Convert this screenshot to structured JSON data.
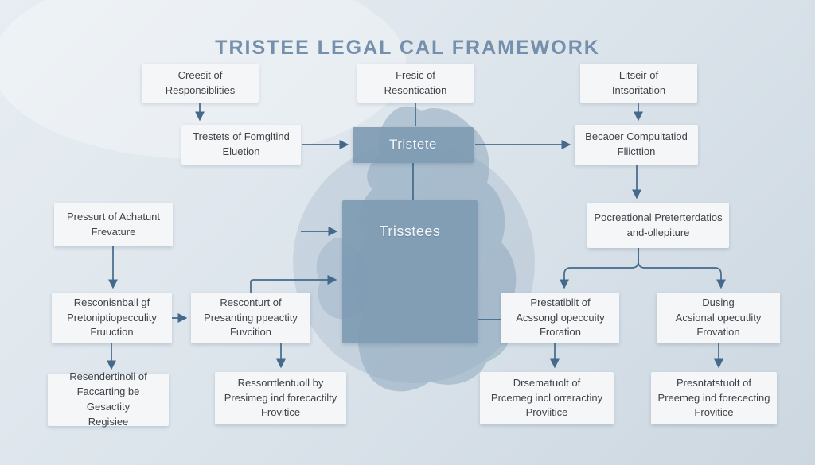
{
  "title": "TRISTEE LEGAL CAL FRAMEWORK",
  "colors": {
    "accent_box": "#7E9BB3",
    "line": "#44698A",
    "title_text": "#7590AC",
    "box_bg": "#F5F6F8",
    "box_text": "#3F444A",
    "background": "#D8E1E9"
  },
  "nodes": {
    "creesit": {
      "label": "Creesit of\nResponsiblities",
      "type": "plain"
    },
    "fresic": {
      "label": "Fresic of\nResontication",
      "type": "plain"
    },
    "litseir": {
      "label": "Litseir of\nIntsoritation",
      "type": "plain"
    },
    "trestets": {
      "label": "Trestets of Fomgltind\nEluetion",
      "type": "plain"
    },
    "tristete": {
      "label": "Tristete",
      "type": "highlight"
    },
    "becaoer": {
      "label": "Becaoer Compultatiod\nFliicttion",
      "type": "plain"
    },
    "pressurt": {
      "label": "Pressurt of Achatunt\nFrevature",
      "type": "plain"
    },
    "trisstees": {
      "label": "Trisstees",
      "type": "highlight"
    },
    "pocreational": {
      "label": "Pocreational Preterterdatios\nand-ollepiture",
      "type": "plain"
    },
    "resconisnball": {
      "label": "Resconisnball gf\nPretoniptiopecculity\nFruuction",
      "type": "plain"
    },
    "resconturt": {
      "label": "Resconturt of\nPresanting ppeactity\nFuvcition",
      "type": "plain"
    },
    "prestatiblit": {
      "label": "Prestatiblit of\nAcssongl opeccuity\nFroration",
      "type": "plain"
    },
    "dusing": {
      "label": "Dusing\nAcsional opecutlity\nFrovation",
      "type": "plain"
    },
    "resendertinoll": {
      "label": "Resendertinoll of\nFaccarting be Gesactity\nRegisiee",
      "type": "plain"
    },
    "ressorrtlentuoll": {
      "label": "Ressorrtlentuoll by\nPresimeg ind forecactilty\nFrovitice",
      "type": "plain"
    },
    "drsematuolt": {
      "label": "Drsematuolt of\nPrcemeg incl orreractiny\nProviitice",
      "type": "plain"
    },
    "presntatstuolt": {
      "label": "Presntatstuolt of\nPreemeg ind forececting\nFrovitice",
      "type": "plain"
    }
  },
  "edges": [
    {
      "from": "creesit",
      "to": "trestets",
      "arrow": true
    },
    {
      "from": "fresic",
      "to": "tristete",
      "arrow": false
    },
    {
      "from": "litseir",
      "to": "becaoer",
      "arrow": true
    },
    {
      "from": "trestets",
      "to": "tristete",
      "arrow": true
    },
    {
      "from": "tristete",
      "to": "becaoer",
      "arrow": true
    },
    {
      "from": "tristete",
      "to": "trisstees",
      "arrow": false
    },
    {
      "from": "stub-left",
      "to": "trisstees",
      "arrow": true
    },
    {
      "from": "resconturt",
      "to": "trisstees",
      "arrow": true
    },
    {
      "from": "trisstees",
      "to": "prestatiblit",
      "arrow": false
    },
    {
      "from": "pressurt",
      "to": "resconisnball",
      "arrow": true
    },
    {
      "from": "resconisnball",
      "to": "resconturt",
      "arrow": true
    },
    {
      "from": "resconisnball",
      "to": "resendertinoll",
      "arrow": true
    },
    {
      "from": "resconturt",
      "to": "ressorrtlentuoll",
      "arrow": true
    },
    {
      "from": "becaoer",
      "to": "pocreational",
      "arrow": true
    },
    {
      "from": "pocreational",
      "to": "prestatiblit",
      "arrow": true
    },
    {
      "from": "pocreational",
      "to": "dusing",
      "arrow": true
    },
    {
      "from": "prestatiblit",
      "to": "drsematuolt",
      "arrow": true
    },
    {
      "from": "dusing",
      "to": "presntatstuolt",
      "arrow": true
    }
  ]
}
